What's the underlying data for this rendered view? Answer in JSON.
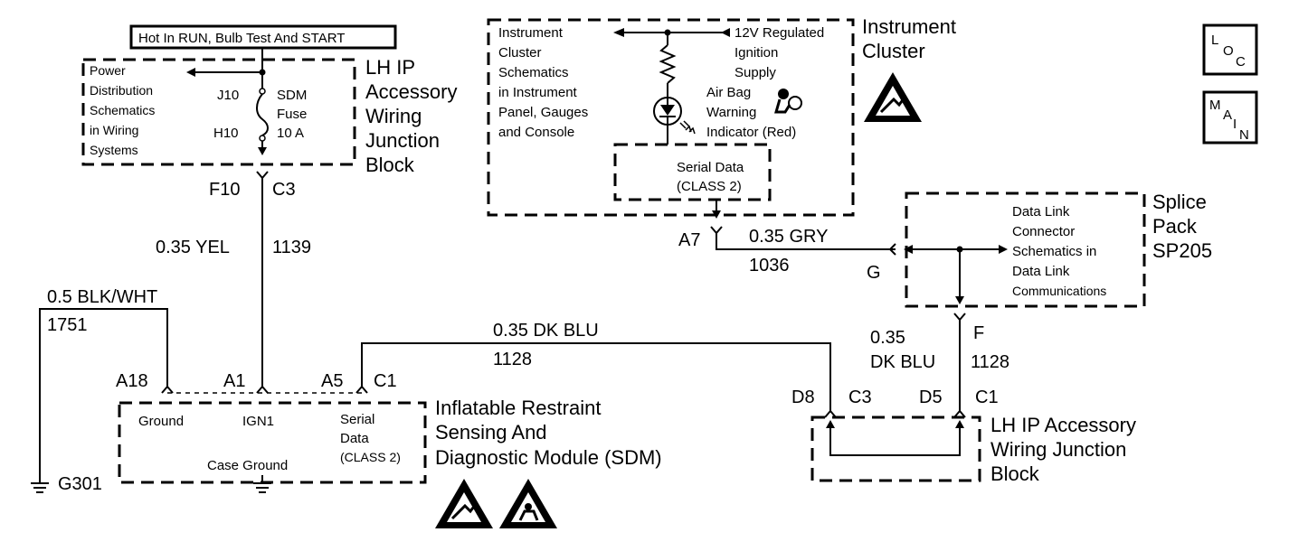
{
  "top_label": "Hot In RUN, Bulb Test And START",
  "fuse_block": {
    "name_lines": [
      "LH IP",
      "Accessory",
      "Wiring",
      "Junction",
      "Block"
    ],
    "ref_lines": [
      "Power",
      "Distribution",
      "Schematics",
      "in Wiring",
      "Systems"
    ],
    "pin_top": "J10",
    "pin_bottom": "H10",
    "fuse_lines": [
      "SDM",
      "Fuse",
      "10 A"
    ],
    "conn_pin": "F10",
    "conn_id": "C3"
  },
  "wire_1139": {
    "gauge_color": "0.35 YEL",
    "circuit": "1139"
  },
  "wire_1751": {
    "gauge_color": "0.5 BLK/WHT",
    "circuit": "1751"
  },
  "wire_1128_top": {
    "gauge_color": "0.35 DK BLU",
    "circuit": "1128"
  },
  "ground_g301": "G301",
  "sdm": {
    "name_lines": [
      "Inflatable Restraint",
      "Sensing And",
      "Diagnostic Module (SDM)"
    ],
    "pin_a18": "A18",
    "pin_a1": "A1",
    "pin_a5": "A5",
    "conn_c1": "C1",
    "label_ground": "Ground",
    "label_ign1": "IGN1",
    "serial_lines": [
      "Serial",
      "Data",
      "(CLASS 2)"
    ],
    "label_case_ground": "Case Ground"
  },
  "cluster": {
    "name_lines": [
      "Instrument",
      "Cluster"
    ],
    "ref_lines": [
      "Instrument",
      "Cluster",
      "Schematics",
      "in Instrument",
      "Panel, Gauges",
      "and Console"
    ],
    "supply_lines": [
      "12V Regulated",
      "Ignition",
      "Supply"
    ],
    "indicator_lines": [
      "Air Bag",
      "Warning",
      "Indicator (Red)"
    ],
    "serial_lines": [
      "Serial Data",
      "(CLASS 2)"
    ],
    "conn_pin": "A7"
  },
  "wire_1036": {
    "gauge_color": "0.35 GRY",
    "circuit": "1036"
  },
  "splice": {
    "name_lines": [
      "Splice",
      "Pack",
      "SP205"
    ],
    "ref_lines": [
      "Data Link",
      "Connector",
      "Schematics in",
      "Data Link",
      "Communications"
    ],
    "pin_g": "G",
    "pin_f": "F"
  },
  "wire_1128_right": {
    "gauge_lines": [
      "0.35",
      "DK BLU"
    ],
    "circuit": "1128"
  },
  "lh_block": {
    "name_lines": [
      "LH IP Accessory",
      "Wiring Junction",
      "Block"
    ],
    "pin_d8": "D8",
    "conn_c3": "C3",
    "pin_d5": "D5",
    "conn_c1": "C1"
  },
  "nav": {
    "loc_letters": [
      "L",
      "O",
      "C"
    ],
    "main_letters": [
      "M",
      "A",
      "I",
      "N"
    ]
  }
}
